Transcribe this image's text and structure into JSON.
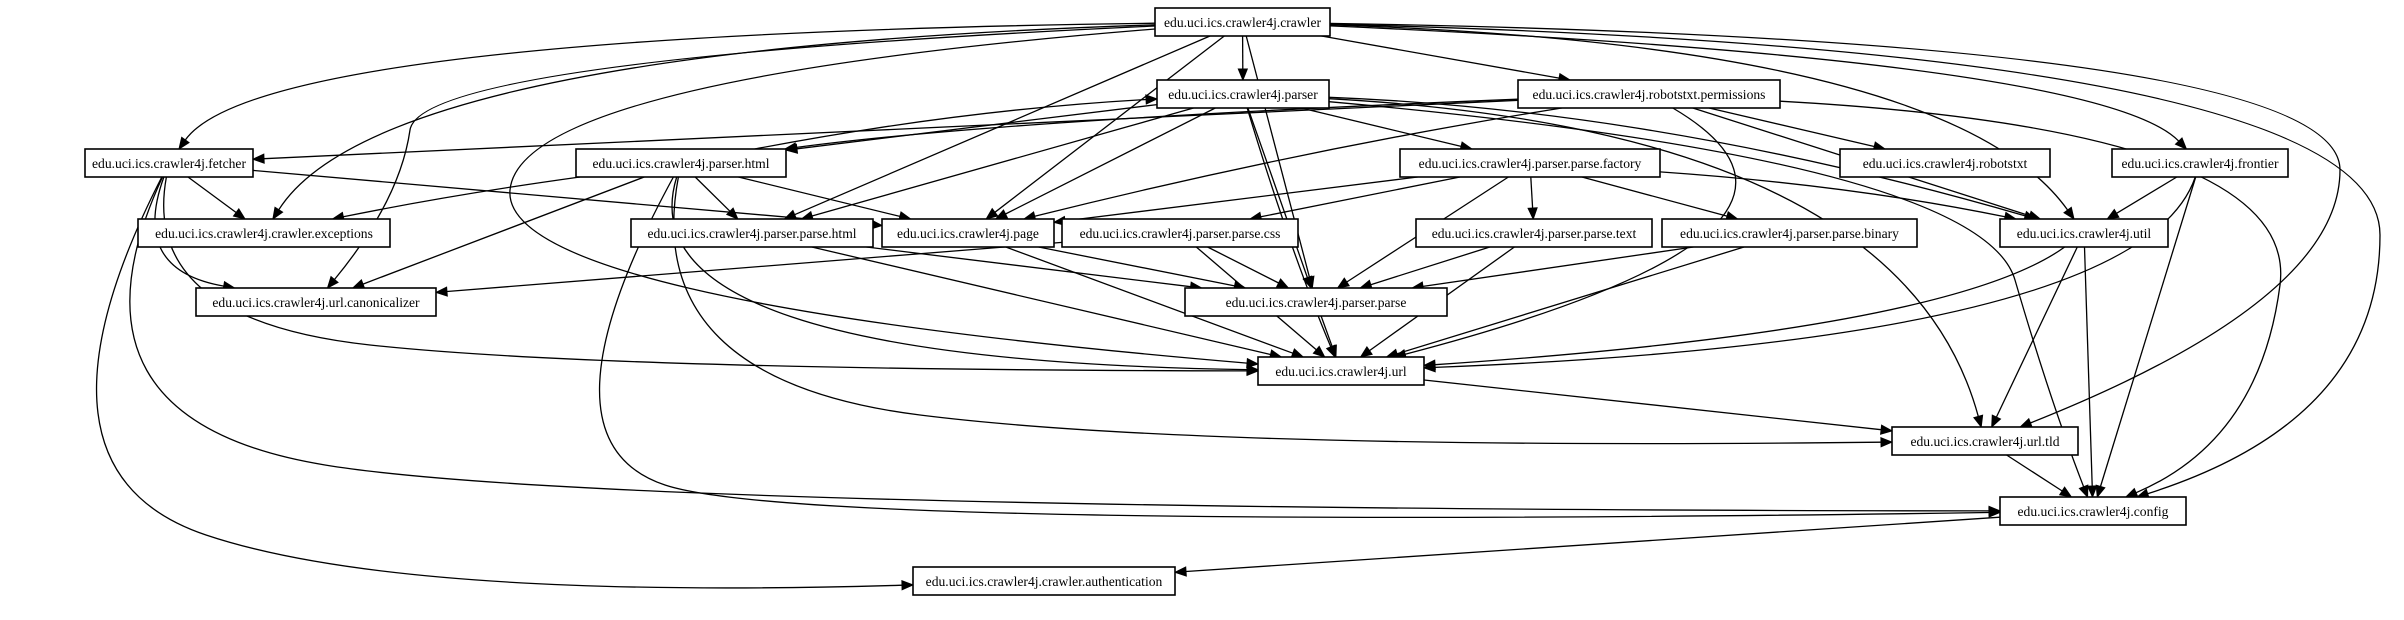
{
  "nodes": [
    {
      "id": "crawler",
      "label": "edu.uci.ics.crawler4j.crawler"
    },
    {
      "id": "parser",
      "label": "edu.uci.ics.crawler4j.parser"
    },
    {
      "id": "robotstxt_permissions",
      "label": "edu.uci.ics.crawler4j.robotstxt.permissions"
    },
    {
      "id": "fetcher",
      "label": "edu.uci.ics.crawler4j.fetcher"
    },
    {
      "id": "parser_html",
      "label": "edu.uci.ics.crawler4j.parser.html"
    },
    {
      "id": "parse_factory",
      "label": "edu.uci.ics.crawler4j.parser.parse.factory"
    },
    {
      "id": "robotstxt",
      "label": "edu.uci.ics.crawler4j.robotstxt"
    },
    {
      "id": "frontier",
      "label": "edu.uci.ics.crawler4j.frontier"
    },
    {
      "id": "crawler_exceptions",
      "label": "edu.uci.ics.crawler4j.crawler.exceptions"
    },
    {
      "id": "parse_html",
      "label": "edu.uci.ics.crawler4j.parser.parse.html"
    },
    {
      "id": "page",
      "label": "edu.uci.ics.crawler4j.page"
    },
    {
      "id": "parse_css",
      "label": "edu.uci.ics.crawler4j.parser.parse.css"
    },
    {
      "id": "parse_text",
      "label": "edu.uci.ics.crawler4j.parser.parse.text"
    },
    {
      "id": "parse_binary",
      "label": "edu.uci.ics.crawler4j.parser.parse.binary"
    },
    {
      "id": "util",
      "label": "edu.uci.ics.crawler4j.util"
    },
    {
      "id": "url_canonicalizer",
      "label": "edu.uci.ics.crawler4j.url.canonicalizer"
    },
    {
      "id": "parser_parse",
      "label": "edu.uci.ics.crawler4j.parser.parse"
    },
    {
      "id": "url",
      "label": "edu.uci.ics.crawler4j.url"
    },
    {
      "id": "url_tld",
      "label": "edu.uci.ics.crawler4j.url.tld"
    },
    {
      "id": "config",
      "label": "edu.uci.ics.crawler4j.config"
    },
    {
      "id": "crawler_authentication",
      "label": "edu.uci.ics.crawler4j.crawler.authentication"
    }
  ],
  "edges": [
    {
      "from": "crawler",
      "to": "fetcher"
    },
    {
      "from": "crawler",
      "to": "crawler_exceptions"
    },
    {
      "from": "crawler",
      "to": "url_canonicalizer"
    },
    {
      "from": "crawler",
      "to": "url"
    },
    {
      "from": "crawler",
      "to": "parse_html"
    },
    {
      "from": "crawler",
      "to": "parser"
    },
    {
      "from": "crawler",
      "to": "page"
    },
    {
      "from": "crawler",
      "to": "parser_parse"
    },
    {
      "from": "crawler",
      "to": "robotstxt_permissions"
    },
    {
      "from": "crawler",
      "to": "util"
    },
    {
      "from": "crawler",
      "to": "frontier"
    },
    {
      "from": "crawler",
      "to": "url_tld"
    },
    {
      "from": "crawler",
      "to": "config"
    },
    {
      "from": "parser",
      "to": "parser_html"
    },
    {
      "from": "parser",
      "to": "parse_html"
    },
    {
      "from": "parser",
      "to": "page"
    },
    {
      "from": "parser",
      "to": "parse_factory"
    },
    {
      "from": "parser",
      "to": "parser_parse"
    },
    {
      "from": "parser",
      "to": "url"
    },
    {
      "from": "parser",
      "to": "util"
    },
    {
      "from": "parser",
      "to": "url_tld"
    },
    {
      "from": "parser",
      "to": "config"
    },
    {
      "from": "robotstxt_permissions",
      "to": "fetcher"
    },
    {
      "from": "robotstxt_permissions",
      "to": "parser_html"
    },
    {
      "from": "robotstxt_permissions",
      "to": "page"
    },
    {
      "from": "robotstxt_permissions",
      "to": "robotstxt"
    },
    {
      "from": "robotstxt_permissions",
      "to": "util"
    },
    {
      "from": "robotstxt_permissions",
      "to": "url"
    },
    {
      "from": "robotstxt_permissions",
      "to": "config"
    },
    {
      "from": "fetcher",
      "to": "crawler_exceptions"
    },
    {
      "from": "fetcher",
      "to": "url_canonicalizer"
    },
    {
      "from": "fetcher",
      "to": "page"
    },
    {
      "from": "fetcher",
      "to": "url"
    },
    {
      "from": "fetcher",
      "to": "config"
    },
    {
      "from": "fetcher",
      "to": "crawler_authentication"
    },
    {
      "from": "parser_html",
      "to": "parser"
    },
    {
      "from": "parser_html",
      "to": "crawler_exceptions"
    },
    {
      "from": "parser_html",
      "to": "parse_html"
    },
    {
      "from": "parser_html",
      "to": "page"
    },
    {
      "from": "parser_html",
      "to": "url_canonicalizer"
    },
    {
      "from": "parser_html",
      "to": "url"
    },
    {
      "from": "parser_html",
      "to": "url_tld"
    },
    {
      "from": "parser_html",
      "to": "config"
    },
    {
      "from": "parse_factory",
      "to": "page"
    },
    {
      "from": "parse_factory",
      "to": "parse_css"
    },
    {
      "from": "parse_factory",
      "to": "parse_text"
    },
    {
      "from": "parse_factory",
      "to": "parse_binary"
    },
    {
      "from": "parse_factory",
      "to": "parser_parse"
    },
    {
      "from": "parse_factory",
      "to": "util"
    },
    {
      "from": "frontier",
      "to": "util"
    },
    {
      "from": "frontier",
      "to": "url"
    },
    {
      "from": "frontier",
      "to": "config"
    },
    {
      "from": "parse_html",
      "to": "parser_parse"
    },
    {
      "from": "parse_html",
      "to": "url"
    },
    {
      "from": "page",
      "to": "parser_parse"
    },
    {
      "from": "page",
      "to": "url"
    },
    {
      "from": "parse_css",
      "to": "url_canonicalizer"
    },
    {
      "from": "parse_css",
      "to": "parser_parse"
    },
    {
      "from": "parse_css",
      "to": "url"
    },
    {
      "from": "parse_text",
      "to": "parser_parse"
    },
    {
      "from": "parse_text",
      "to": "url"
    },
    {
      "from": "parse_binary",
      "to": "parser_parse"
    },
    {
      "from": "parse_binary",
      "to": "url"
    },
    {
      "from": "util",
      "to": "url"
    },
    {
      "from": "util",
      "to": "url_tld"
    },
    {
      "from": "util",
      "to": "config"
    },
    {
      "from": "parser_parse",
      "to": "url"
    },
    {
      "from": "url",
      "to": "url_tld"
    },
    {
      "from": "url_tld",
      "to": "config"
    },
    {
      "from": "config",
      "to": "crawler_authentication"
    }
  ]
}
